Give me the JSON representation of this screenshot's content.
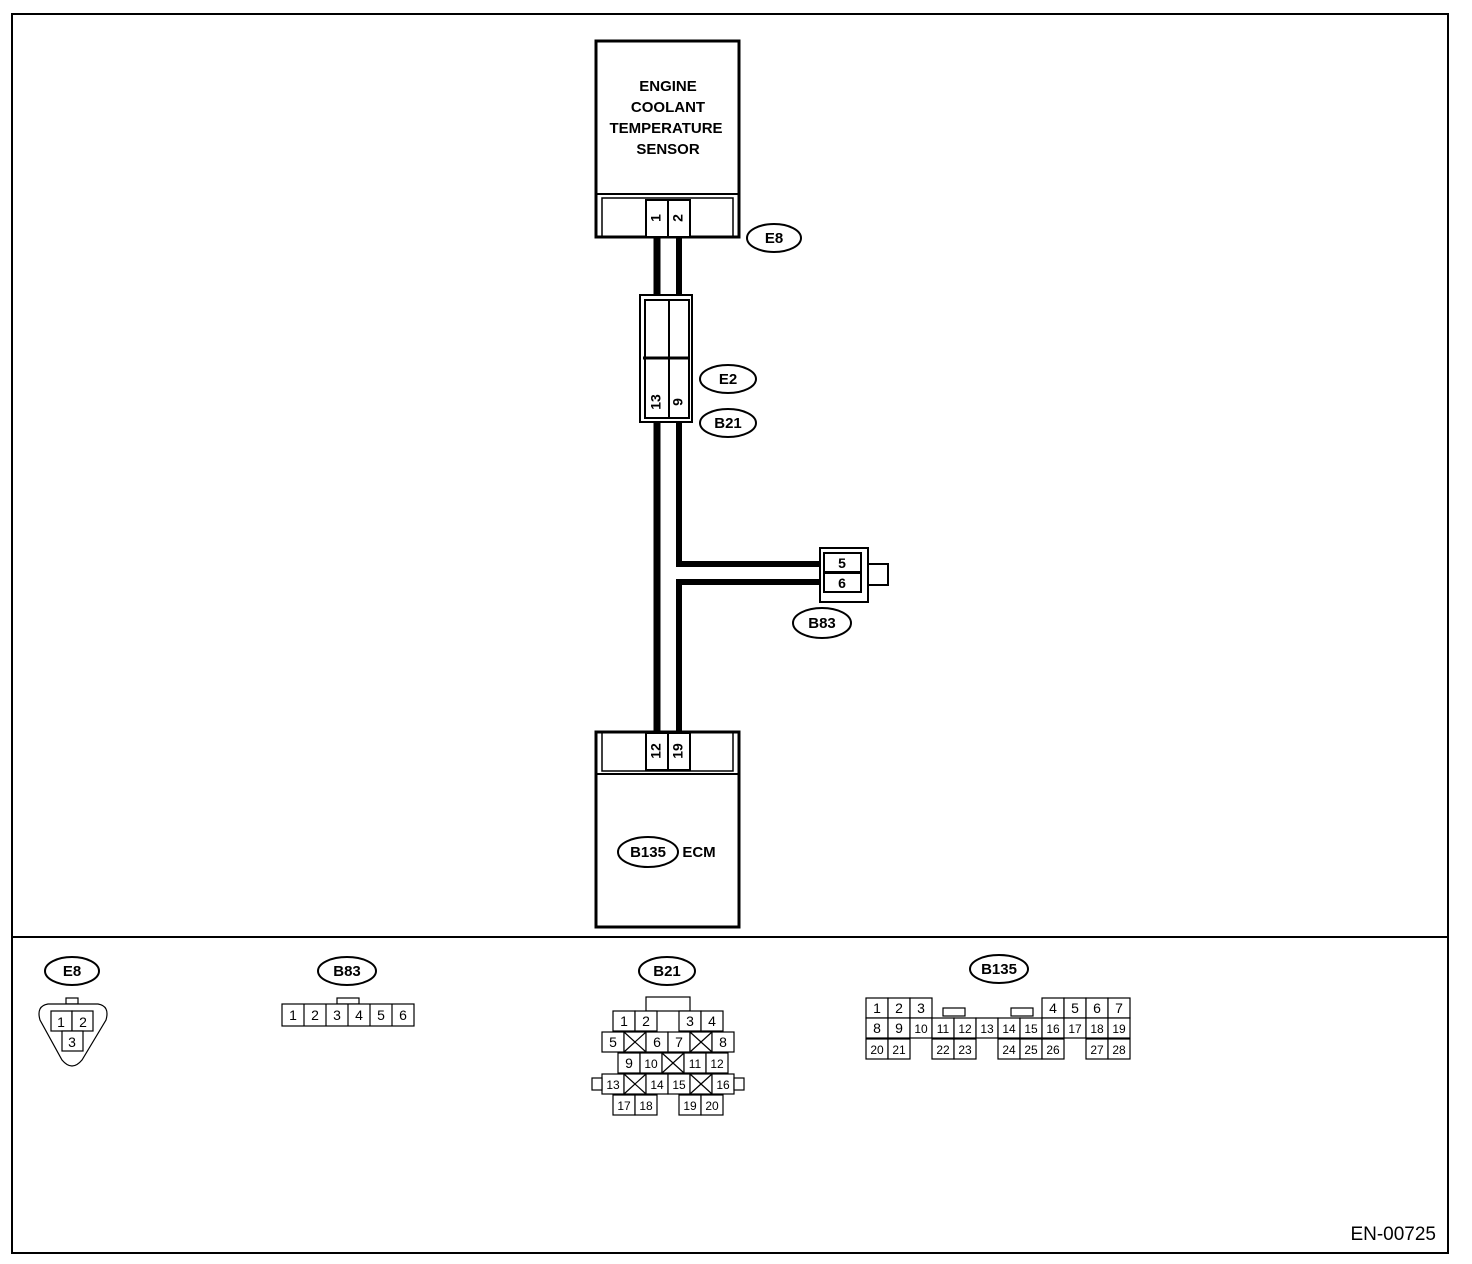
{
  "sensor": {
    "lines": [
      "ENGINE",
      "COOLANT",
      "TEMPERATURE",
      "SENSOR"
    ],
    "pin_a": "1",
    "pin_b": "2",
    "connector": "E8"
  },
  "joint": {
    "pin_a": "13",
    "pin_b": "9",
    "connector_top": "E2",
    "connector_bottom": "B21"
  },
  "b83": {
    "pin_top": "5",
    "pin_bottom": "6",
    "connector": "B83"
  },
  "ecm": {
    "connector": "B135",
    "label": "ECM",
    "pin_a": "12",
    "pin_b": "19"
  },
  "views": {
    "e8": {
      "title": "E8",
      "pins": [
        "1",
        "2",
        "3"
      ]
    },
    "b83": {
      "title": "B83",
      "pins": [
        "1",
        "2",
        "3",
        "4",
        "5",
        "6"
      ]
    },
    "b21": {
      "title": "B21",
      "pins": [
        "1",
        "2",
        "3",
        "4",
        "5",
        "6",
        "7",
        "8",
        "9",
        "10",
        "11",
        "12",
        "13",
        "14",
        "15",
        "16",
        "17",
        "18",
        "19",
        "20"
      ]
    },
    "b135": {
      "title": "B135",
      "pins": [
        "1",
        "2",
        "3",
        "4",
        "5",
        "6",
        "7",
        "8",
        "9",
        "10",
        "11",
        "12",
        "13",
        "14",
        "15",
        "16",
        "17",
        "18",
        "19",
        "20",
        "21",
        "22",
        "23",
        "24",
        "25",
        "26",
        "27",
        "28"
      ]
    }
  },
  "footer_code": "EN-00725"
}
